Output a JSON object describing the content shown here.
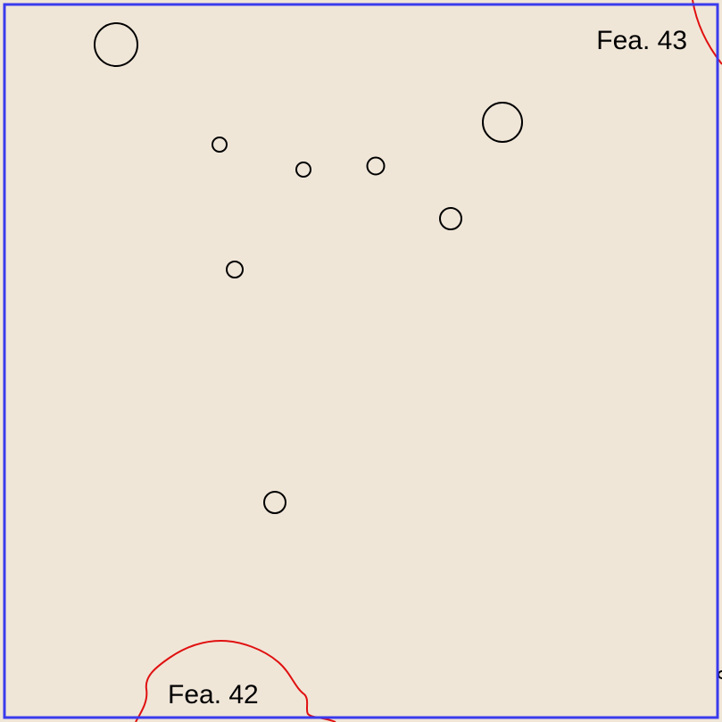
{
  "map": {
    "background_color": "#f0e6d8",
    "border_color": "#3a3aee",
    "posthole_stroke_color": "#000000",
    "feature_outline_color": "#e01010"
  },
  "features": [
    {
      "label": "Fea. 43"
    },
    {
      "label": "Fea. 42"
    }
  ],
  "postholes_count": 9
}
